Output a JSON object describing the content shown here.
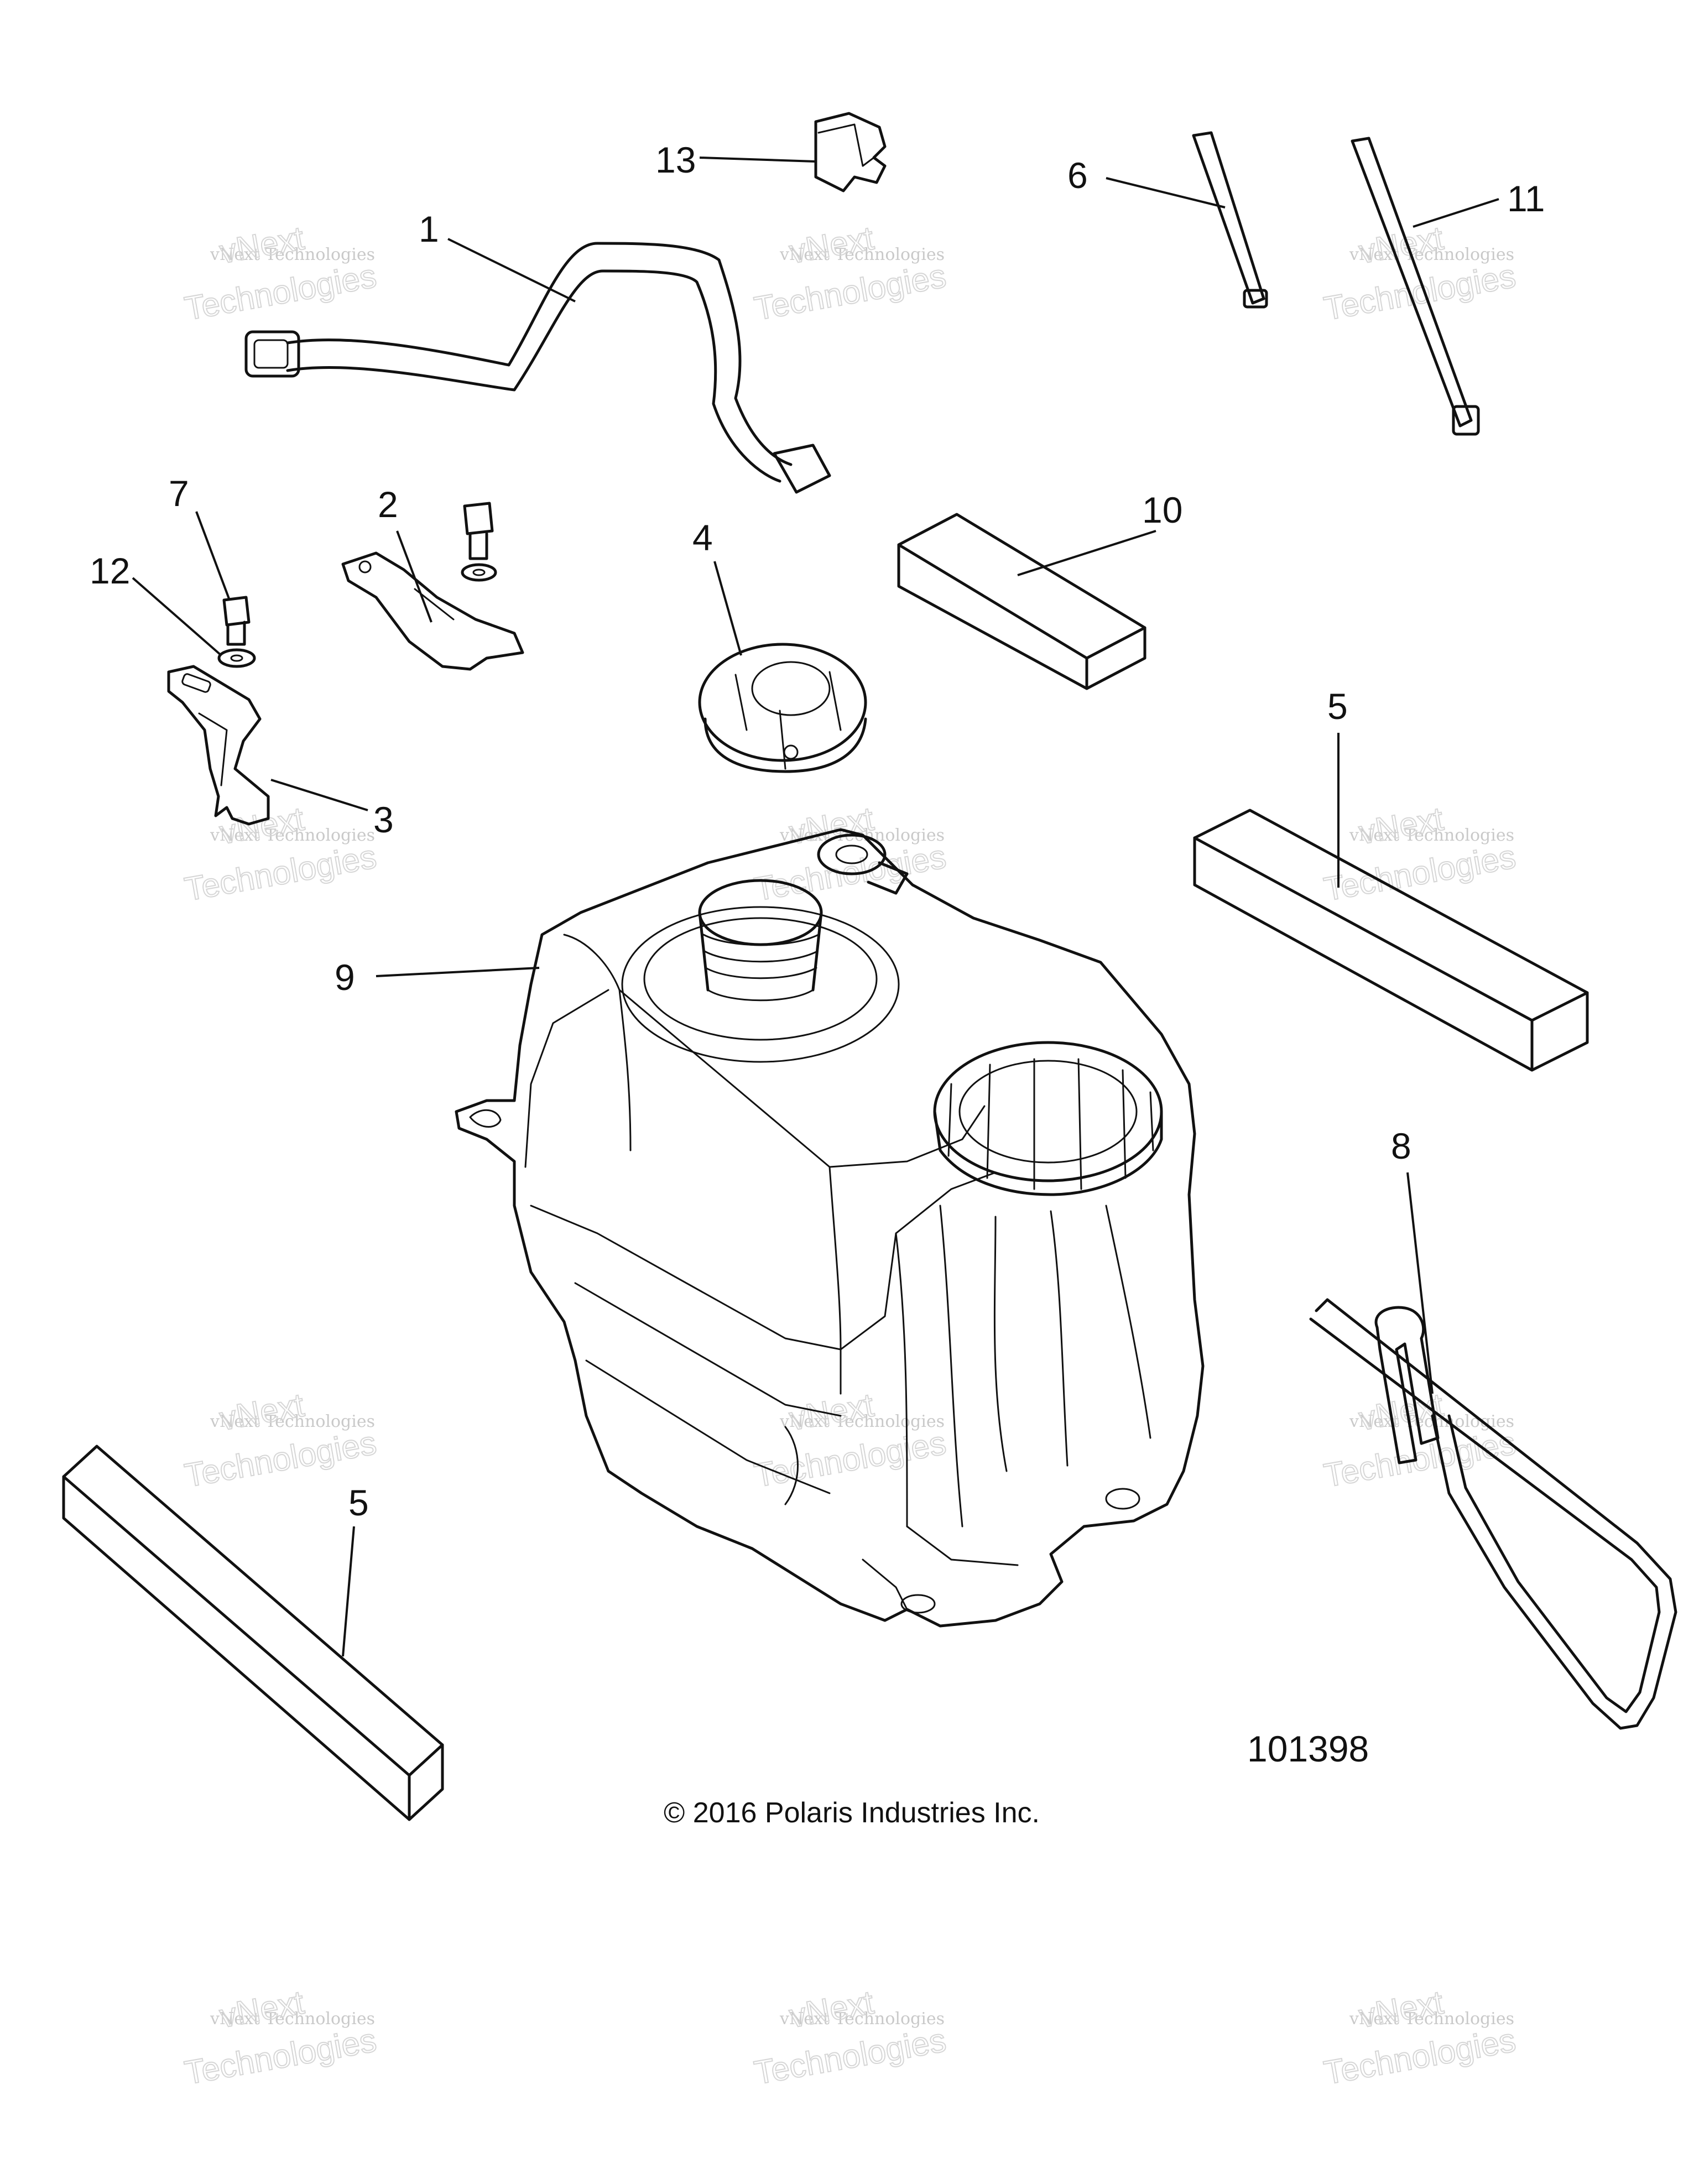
{
  "callouts": {
    "c1": "1",
    "c2": "2",
    "c3": "3",
    "c4": "4",
    "c5a": "5",
    "c5b": "5",
    "c6": "6",
    "c7": "7",
    "c8": "8",
    "c9": "9",
    "c10": "10",
    "c11": "11",
    "c12": "12",
    "c13": "13"
  },
  "figure_number": "101398",
  "copyright": "© 2016 Polaris Industries Inc.",
  "watermark": {
    "line1": "vNext Technologies",
    "line2": "Technologies",
    "line3": "vNext"
  },
  "colors": {
    "line": "#111111",
    "watermark": "#cccccc",
    "background": "#ffffff"
  }
}
